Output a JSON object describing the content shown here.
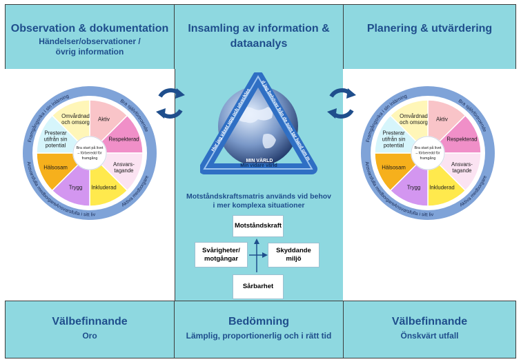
{
  "header": {
    "left": {
      "title": "Observation & dokumentation",
      "subtitle_line1": "Händelser/observationer /",
      "subtitle_line2": "övrig information"
    },
    "center": {
      "title_line1": "Insamling av information &",
      "title_line2": "dataanalys"
    },
    "right": {
      "title": "Planering & utvärdering"
    }
  },
  "footer": {
    "left": {
      "title": "Välbefinnande",
      "subtitle": "Oro"
    },
    "center": {
      "title": "Bedömning",
      "subtitle": "Lämplig, proportionerlig och i rätt tid"
    },
    "right": {
      "title": "Välbefinnande",
      "subtitle": "Önskvärt utfall"
    }
  },
  "wheel": {
    "center_line1": "Bra start på livet",
    "center_line2": "– förberedd för",
    "center_line3": "framgång",
    "segments": [
      {
        "line1": "Aktiv",
        "line2": "",
        "color": "#f9c4c8"
      },
      {
        "line1": "Respekterad",
        "line2": "",
        "color": "#f08fc8"
      },
      {
        "line1": "Ansvars-",
        "line2": "tagande",
        "color": "#fbe3f2"
      },
      {
        "line1": "Inkluderad",
        "line2": "",
        "color": "#ffe94d"
      },
      {
        "line1": "Trygg",
        "line2": "",
        "color": "#d396f0"
      },
      {
        "line1": "Hälsosam",
        "line2": "",
        "color": "#f6b01c"
      },
      {
        "line1": "Presterar",
        "line2": "utifrån sin",
        "line3": "potential",
        "color": "#d6f5fb"
      },
      {
        "line1": "Omvårdnad",
        "line2": "och omsorg",
        "color": "#fff6b8"
      }
    ],
    "ring_top_right": "Bra självförtroende",
    "ring_top_left": "Framgångsrika i sin inlärning",
    "ring_right": "Aktiva medborgare",
    "ring_bottom_right": "Ansvarsfulla i sitt liv",
    "ring_bottom_left": "Ansvarsfulla medborgare",
    "ring_color": "#7fa3d8"
  },
  "globe": {
    "left_edge_text": "Hur jag växer upp och utvecklas",
    "right_edge_text": "Vad jag behöver från de som tar hand om mig",
    "bottom_edge_text": "Min vidare värld",
    "banner": "MIN VÄRLD"
  },
  "matrix": {
    "caption_line1": "Motståndskraftsmatris används vid behov",
    "caption_line2": "i mer komplexa situationer",
    "top": "Motståndskraft",
    "left_line1": "Svårigheter/",
    "left_line2": "motgångar",
    "right": "Skyddande miljö",
    "bottom": "Sårbarhet"
  }
}
